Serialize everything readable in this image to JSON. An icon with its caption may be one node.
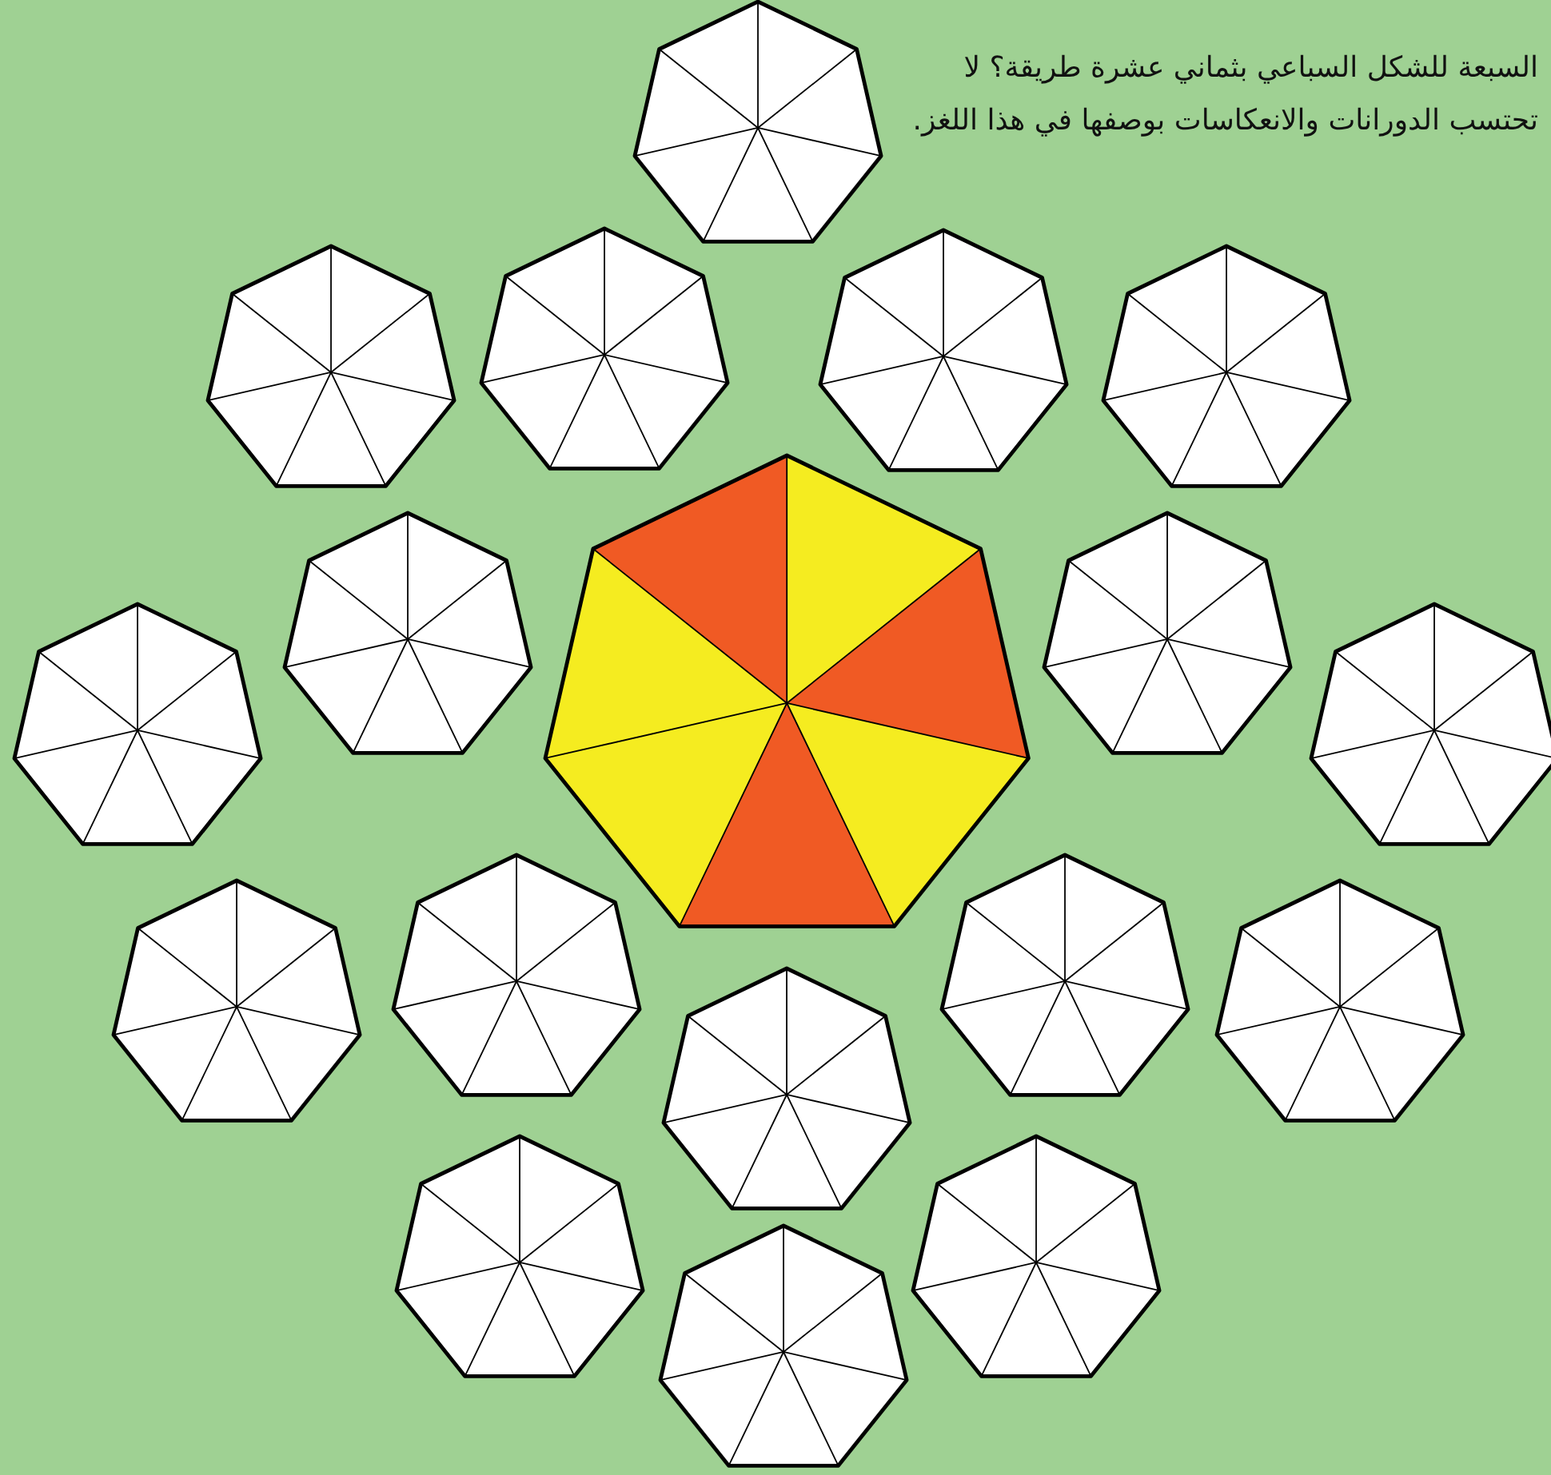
{
  "diagram": {
    "nodes": [
      {
        "text": [],
        "shape": "heptagon"
      },
      {
        "text": [],
        "shape": "heptagon"
      },
      {
        "text": [],
        "shape": "heptagon"
      },
      {
        "text": [],
        "shape": "heptagon"
      },
      {
        "text": [],
        "shape": "heptagon"
      },
      {
        "text": [],
        "shape": "heptagon"
      },
      {
        "text": [],
        "shape": "heptagon"
      },
      {
        "text": [],
        "shape": "heptagon"
      },
      {
        "text": [],
        "shape": "heptagon"
      },
      {
        "text": [],
        "shape": "heptagon"
      },
      {
        "text": [],
        "shape": "heptagon"
      },
      {
        "text": [],
        "shape": "heptagon"
      },
      {
        "text": [],
        "shape": "heptagon"
      },
      {
        "text": [],
        "shape": "heptagon"
      },
      {
        "text": [],
        "shape": "heptagon"
      },
      {
        "text": [],
        "shape": "heptagon"
      },
      {
        "text": [],
        "shape": "heptagon"
      },
      {
        "text": [],
        "shape": "heptagon"
      }
    ],
    "labels": [
      "السبعة للشكل السباعي بثماني عشرة طريقة؟ لا تحتسب الدورانات والانعكاسات بوصفها في هذا اللغز."
    ]
  }
}
